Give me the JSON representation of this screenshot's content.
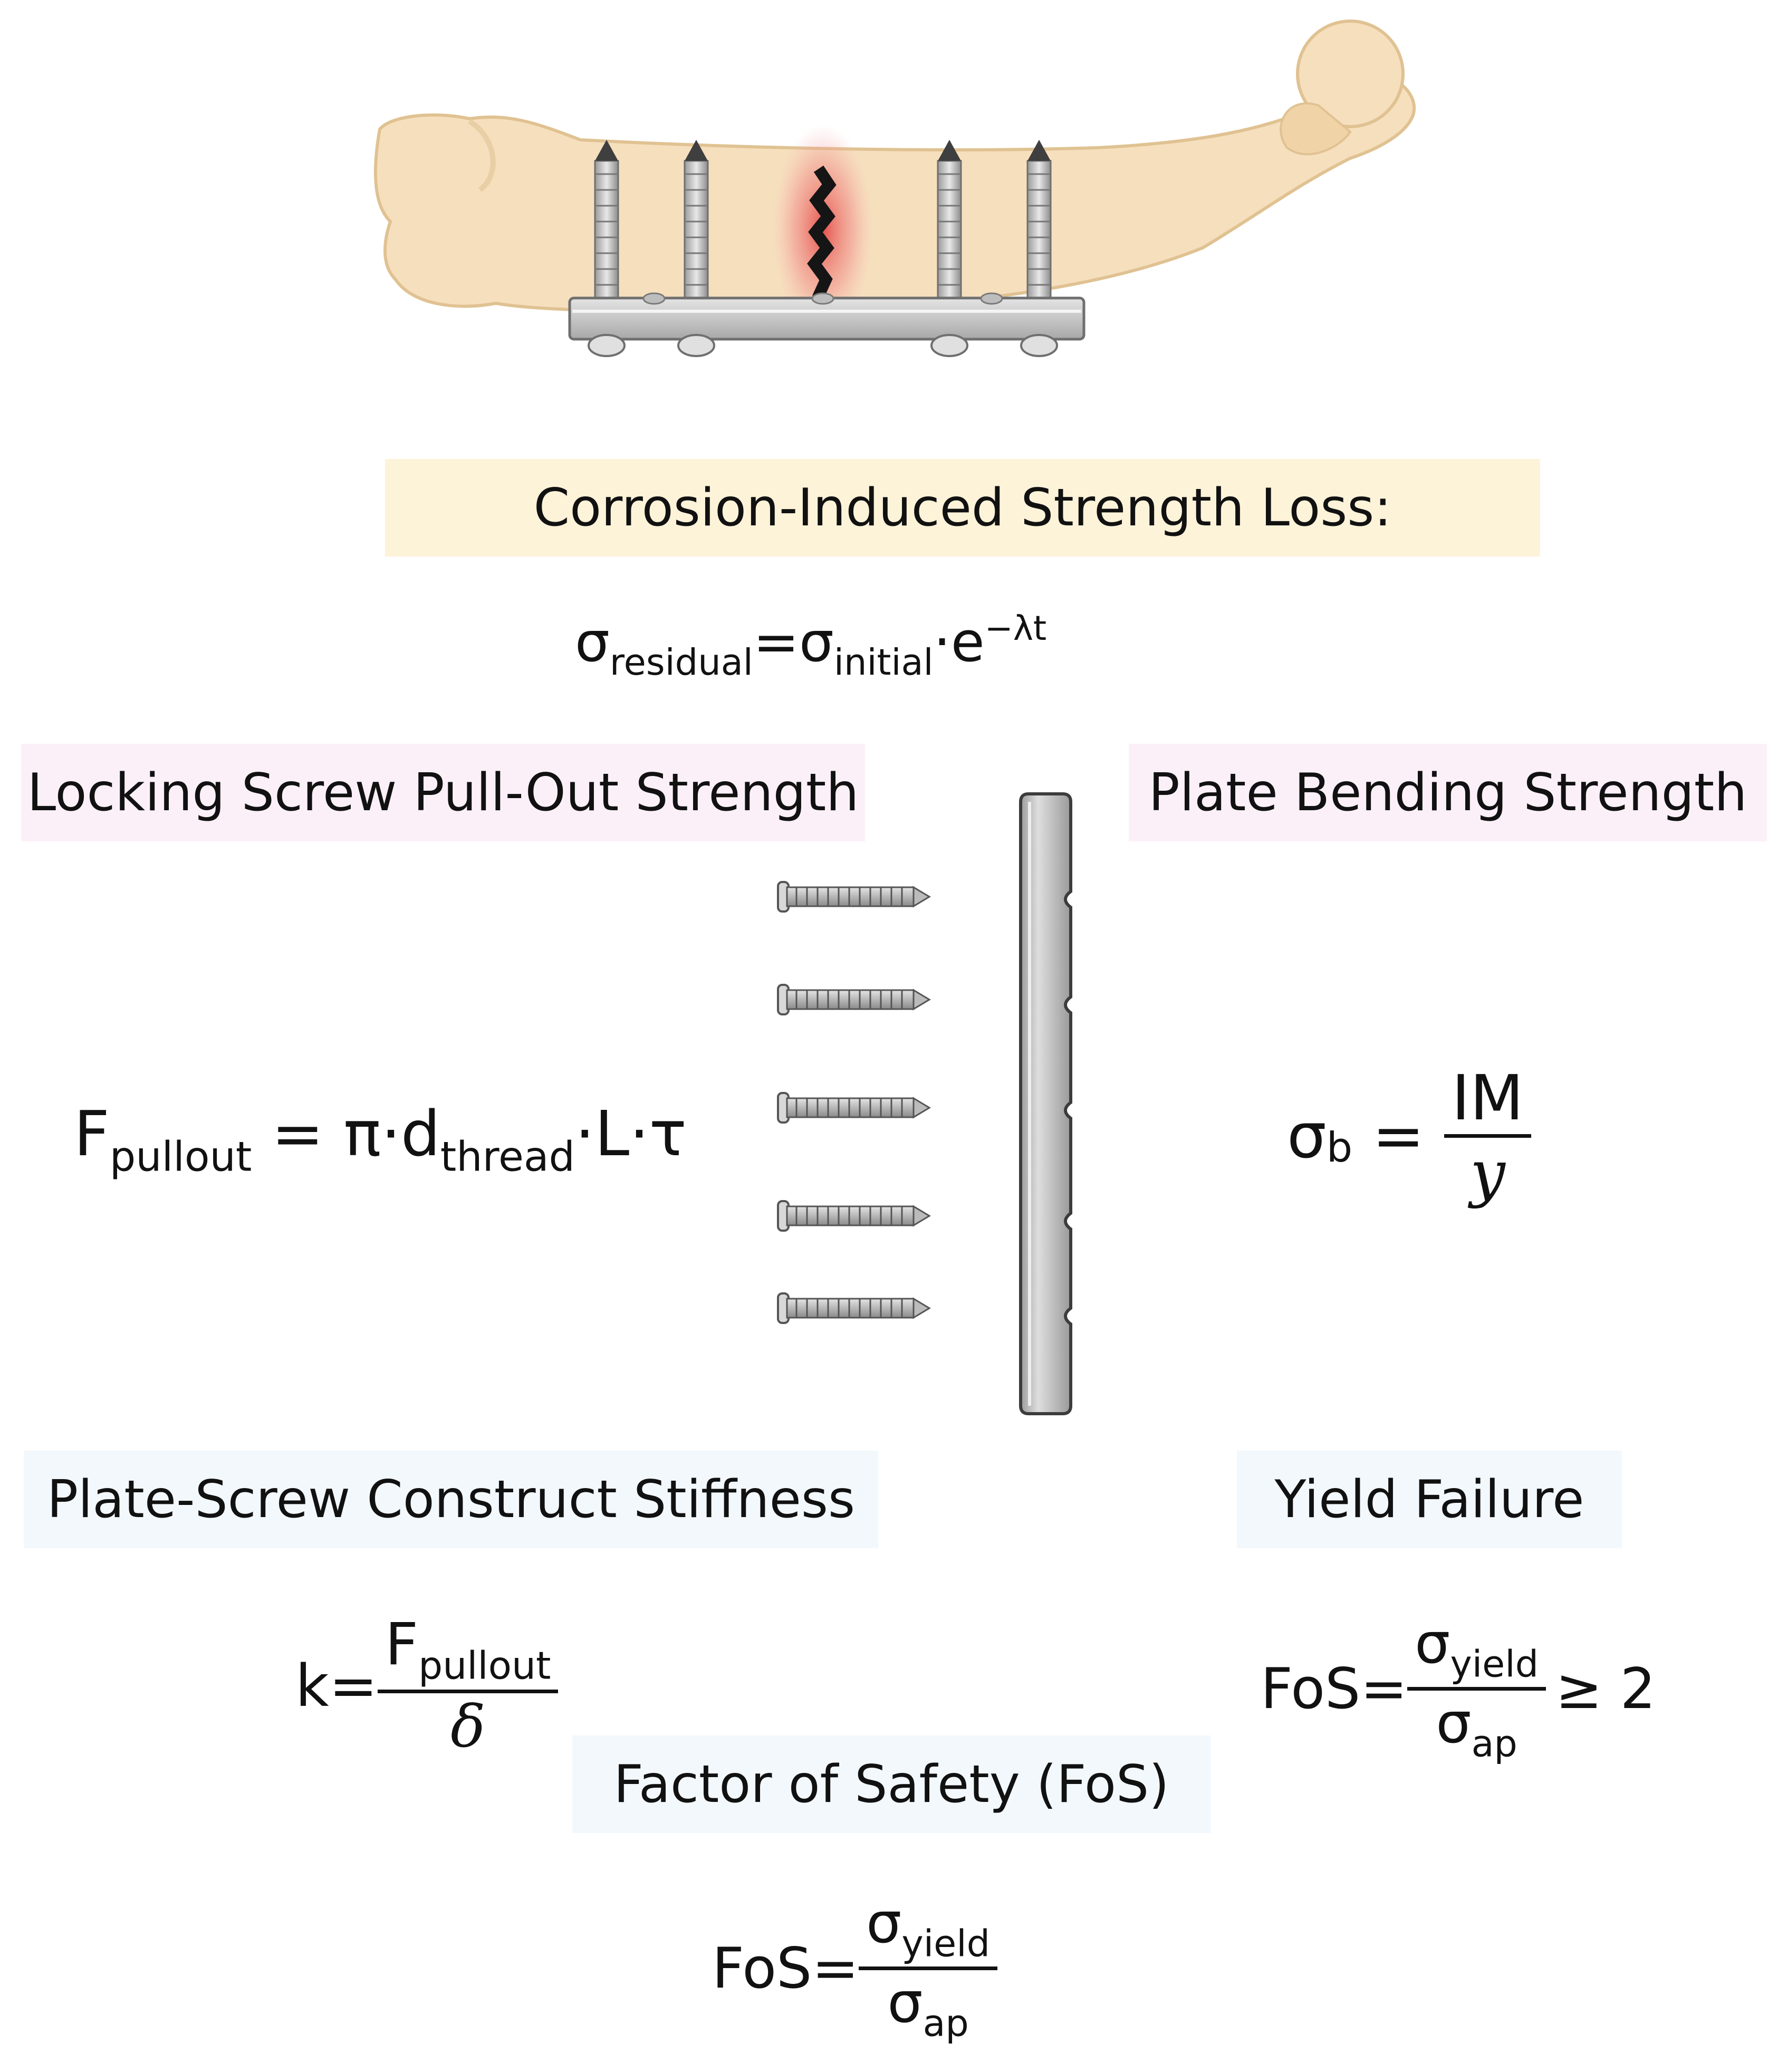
{
  "colors": {
    "bone": "#f6dfbd",
    "bone_outline": "#e3c59b",
    "fracture_glow": "#ee6b6b",
    "metal_light": "#d9d9d9",
    "metal_dark": "#8f8f8f",
    "box_corrosion": "#fdf3d9",
    "box_pink": "#fcf0f8",
    "box_blue": "#f2f8fc"
  },
  "illustrations": {
    "bone_plate": "fractured-bone-with-plate-and-screws",
    "plate_side": "bone-plate-side-view",
    "screws": "locking-screw-icon"
  },
  "labels": {
    "corrosion": "Corrosion-Induced Strength Loss:",
    "pullout": "Locking Screw Pull-Out Strength",
    "bending": "Plate Bending Strength",
    "stiffness": "Plate-Screw Construct Stiffness",
    "yield": "Yield Failure",
    "fos": "Factor of Safety (FoS)"
  },
  "equations": {
    "corrosion": {
      "lhs": "σ",
      "lhs_sub": "residual",
      "eq": "=",
      "r1": "σ",
      "r1_sub": "initial",
      "dot": "·",
      "base": "e",
      "exp": "−λt"
    },
    "pullout": {
      "lhs": "F",
      "lhs_sub": "pullout",
      "eq": " = ",
      "rhs_a": "π·d",
      "rhs_sub": "thread",
      "rhs_b": "·L·τ"
    },
    "bending": {
      "lhs": "σ",
      "lhs_sub": "b",
      "eq": " = ",
      "num": "IM",
      "den": "y"
    },
    "stiffness": {
      "lhs": "k=",
      "num": "F",
      "num_sub": "pullout",
      "den": "δ"
    },
    "yield": {
      "lhs": "FoS=",
      "num": "σ",
      "num_sub": "yield",
      "den": "σ",
      "den_sub": "ap",
      "rhs": "≥ 2"
    },
    "fos": {
      "lhs": "FoS=",
      "num": "σ",
      "num_sub": "yield",
      "den": "σ",
      "den_sub": "ap"
    }
  }
}
